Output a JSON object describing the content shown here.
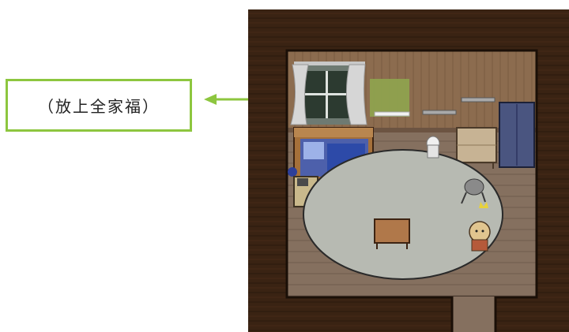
{
  "callout": {
    "label": "（放上全家福）"
  },
  "colors": {
    "callout_border": "#8dc63f",
    "arrow": "#8dc63f",
    "photo_placeholder": "#8fa24e",
    "wall_dark": "#3b2414",
    "floor": "#8a7260",
    "rug": "#b9bcb4"
  },
  "scene": {
    "objects": [
      "window-with-curtains",
      "family-photo-placeholder",
      "wall-shelves",
      "blue-wardrobe",
      "wooden-cabinet",
      "bed-with-blue-blanket",
      "trash-bin",
      "round-rug",
      "small-wooden-table",
      "white-stool",
      "grey-chair",
      "player-character",
      "doorway"
    ]
  }
}
